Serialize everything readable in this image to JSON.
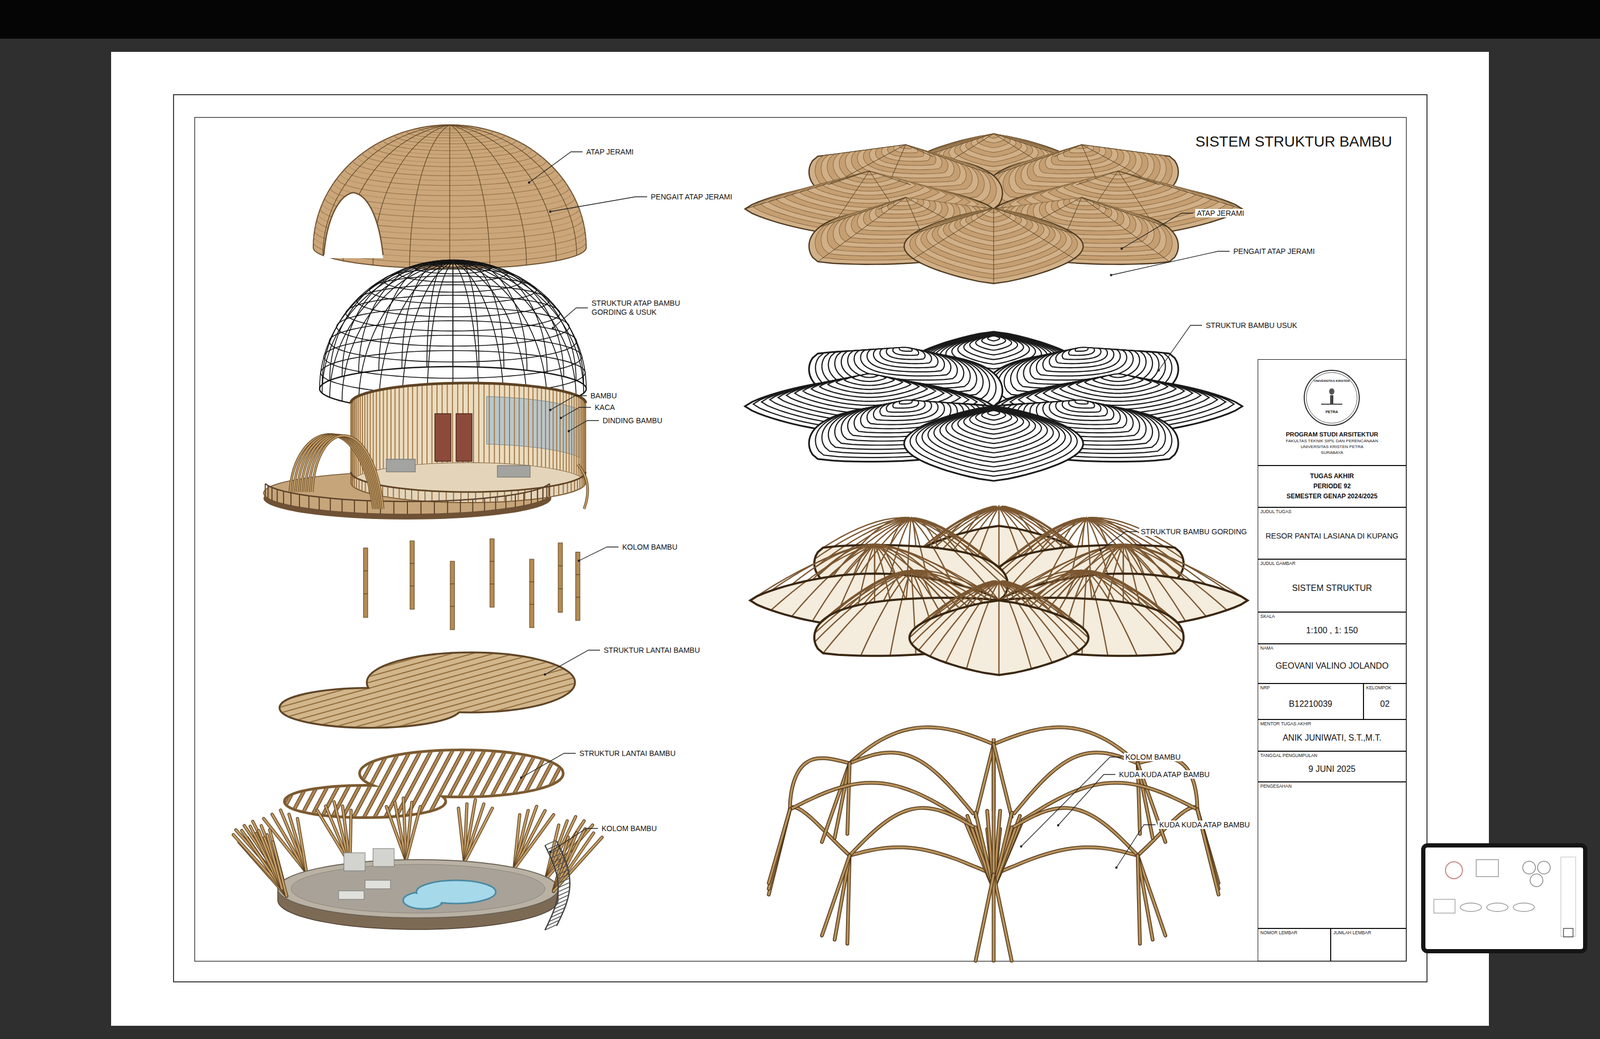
{
  "diagram": {
    "title": "SISTEM STRUKTUR BAMBU",
    "nodes": [
      {
        "text": [
          "PROGRAM STUDI ARSITEKTUR",
          "FAKULTAS TEKNIK SIPIL DAN PERENCANAAN",
          "UNIVERSITAS KRISTEN PETRA",
          "SURABAYA"
        ]
      },
      {
        "text": [
          "TUGAS AKHIR",
          "PERIODE 92",
          "SEMESTER GENAP 2024/2025"
        ]
      },
      {
        "text": [
          "JUDUL TUGAS",
          "RESOR PANTAI LASIANA DI KUPANG"
        ]
      },
      {
        "text": [
          "JUDUL GAMBAR",
          "SISTEM STRUKTUR"
        ]
      },
      {
        "text": [
          "SKALA",
          "1:100 , 1: 150"
        ]
      },
      {
        "text": [
          "NAMA",
          "GEOVANI VALINO JOLANDO"
        ]
      },
      {
        "text": [
          "NRP",
          "B12210039"
        ]
      },
      {
        "text": [
          "KELOMPOK",
          "02"
        ]
      },
      {
        "text": [
          "MENTOR TUGAS AKHIR",
          "ANIK JUNIWATI, S.T.,M.T."
        ]
      },
      {
        "text": [
          "TANGGAL PENGUMPULAN",
          "9 JUNI 2025"
        ]
      },
      {
        "text": [
          "PENGESAHAN"
        ]
      },
      {
        "text": [
          "NOMOR LEMBAR"
        ]
      },
      {
        "text": [
          "JUMLAH LEMBAR"
        ]
      }
    ],
    "labels": [
      "ATAP JERAMI",
      "PENGAIT ATAP JERAMI",
      "STRUKTUR ATAP BAMBU GORDING & USUK",
      "BAMBU",
      "KACA",
      "DINDING BAMBU",
      "KOLOM BAMBU",
      "STRUKTUR LANTAI BAMBU",
      "STRUKTUR LANTAI BAMBU",
      "KOLOM BAMBU",
      "ATAP JERAMI",
      "PENGAIT ATAP JERAMI",
      "STRUKTUR BAMBU USUK",
      "STRUKTUR BAMBU GORDING",
      "KOLOM BAMBU",
      "KUDA KUDA ATAP BAMBU",
      "KUDA KUDA ATAP BAMBU",
      "UNIVERSITAS KRISTEN",
      "PETRA"
    ]
  }
}
